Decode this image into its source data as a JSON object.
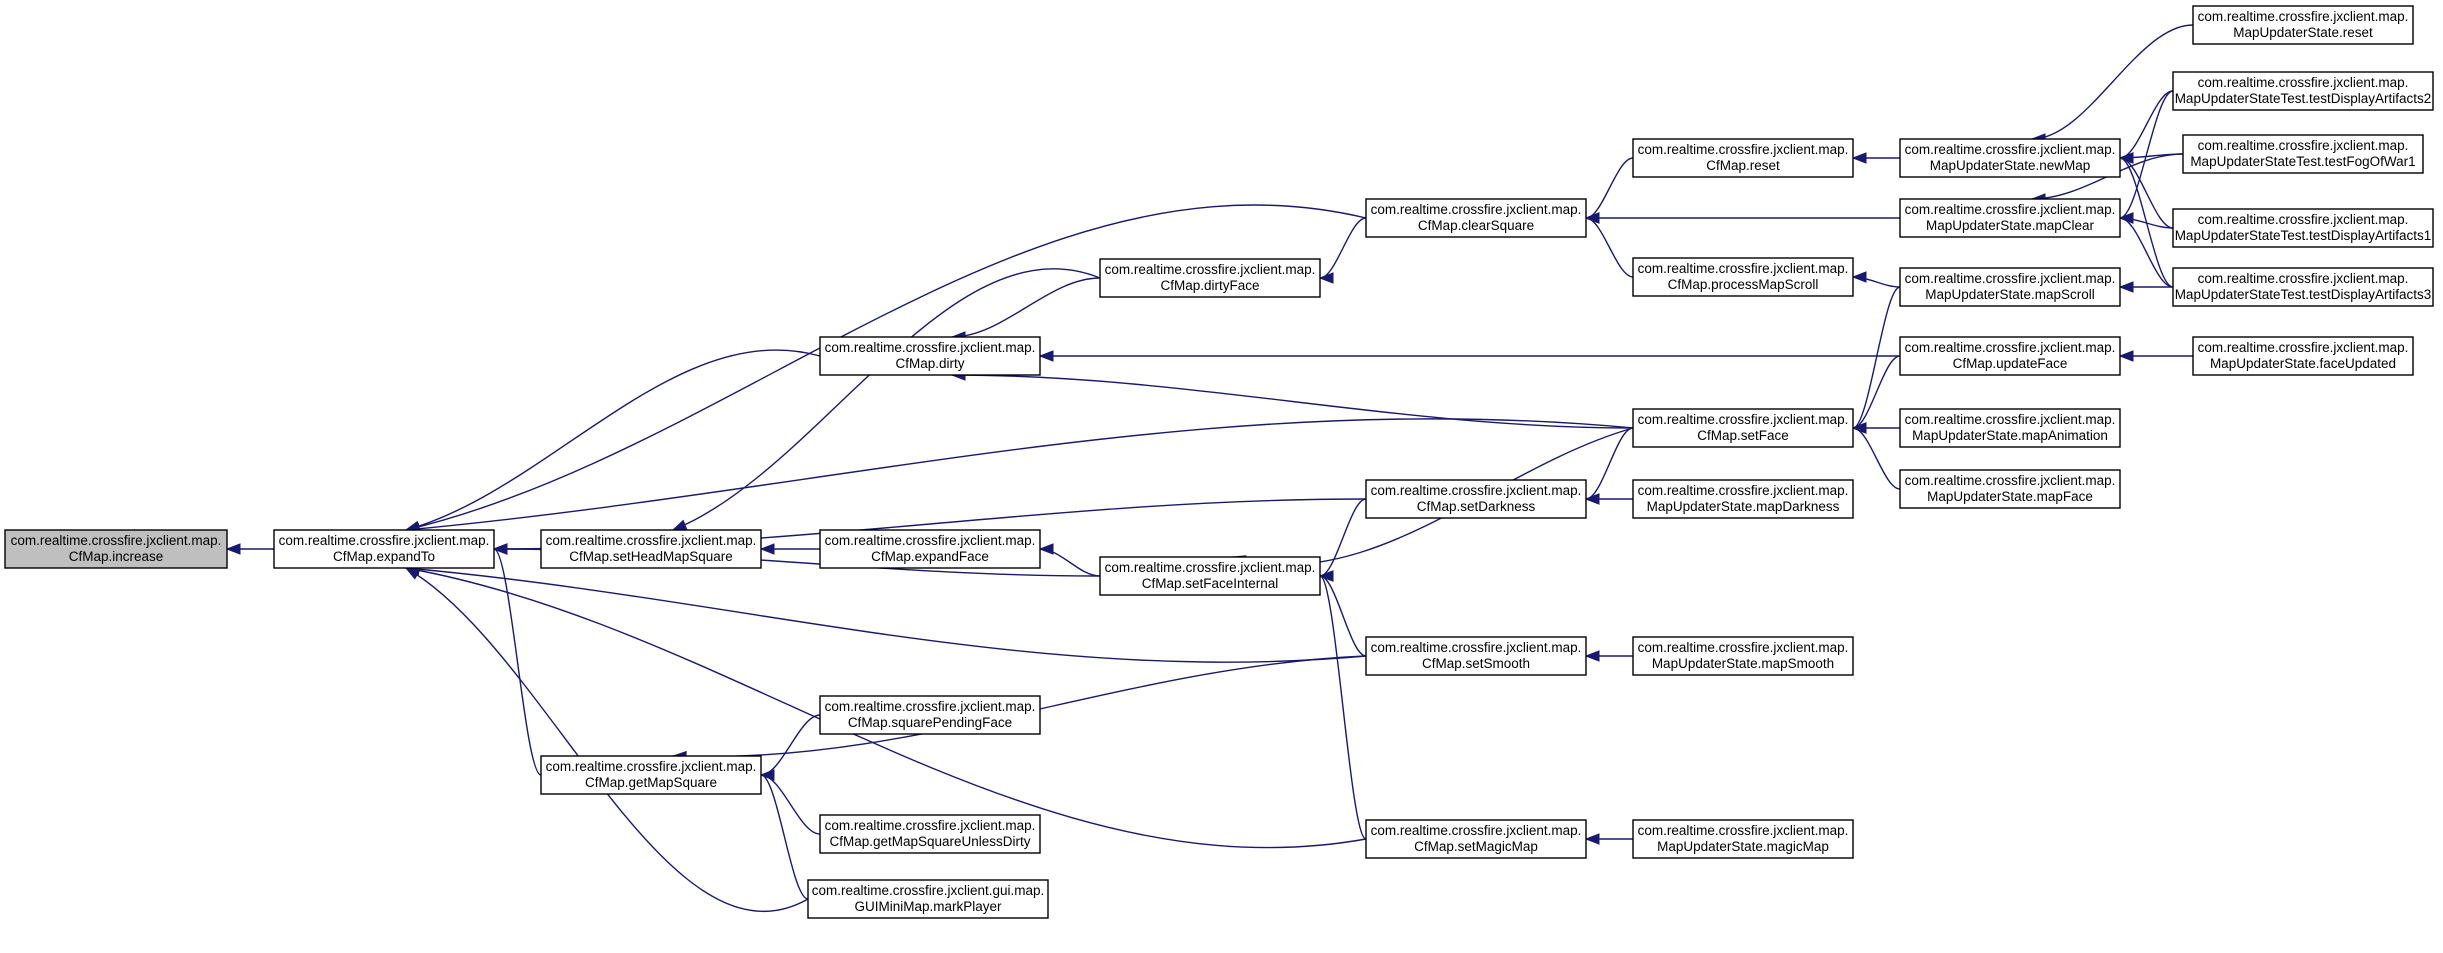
{
  "nodes": [
    {
      "id": "increase",
      "line1": "com.realtime.crossfire.jxclient.map.",
      "line2": "CfMap.increase",
      "root": true
    },
    {
      "id": "expandTo",
      "line1": "com.realtime.crossfire.jxclient.map.",
      "line2": "CfMap.expandTo"
    },
    {
      "id": "setHeadMapSquare",
      "line1": "com.realtime.crossfire.jxclient.map.",
      "line2": "CfMap.setHeadMapSquare"
    },
    {
      "id": "getMapSquare",
      "line1": "com.realtime.crossfire.jxclient.map.",
      "line2": "CfMap.getMapSquare"
    },
    {
      "id": "dirty",
      "line1": "com.realtime.crossfire.jxclient.map.",
      "line2": "CfMap.dirty"
    },
    {
      "id": "expandFace",
      "line1": "com.realtime.crossfire.jxclient.map.",
      "line2": "CfMap.expandFace"
    },
    {
      "id": "squarePendingFace",
      "line1": "com.realtime.crossfire.jxclient.map.",
      "line2": "CfMap.squarePendingFace"
    },
    {
      "id": "getMapSquareUnlessDirty",
      "line1": "com.realtime.crossfire.jxclient.map.",
      "line2": "CfMap.getMapSquareUnlessDirty"
    },
    {
      "id": "markPlayer",
      "line1": "com.realtime.crossfire.jxclient.gui.map.",
      "line2": "GUIMiniMap.markPlayer"
    },
    {
      "id": "dirtyFace",
      "line1": "com.realtime.crossfire.jxclient.map.",
      "line2": "CfMap.dirtyFace"
    },
    {
      "id": "setFaceInternal",
      "line1": "com.realtime.crossfire.jxclient.map.",
      "line2": "CfMap.setFaceInternal"
    },
    {
      "id": "clearSquare",
      "line1": "com.realtime.crossfire.jxclient.map.",
      "line2": "CfMap.clearSquare"
    },
    {
      "id": "setDarkness",
      "line1": "com.realtime.crossfire.jxclient.map.",
      "line2": "CfMap.setDarkness"
    },
    {
      "id": "setSmooth",
      "line1": "com.realtime.crossfire.jxclient.map.",
      "line2": "CfMap.setSmooth"
    },
    {
      "id": "setMagicMap",
      "line1": "com.realtime.crossfire.jxclient.map.",
      "line2": "CfMap.setMagicMap"
    },
    {
      "id": "reset",
      "line1": "com.realtime.crossfire.jxclient.map.",
      "line2": "CfMap.reset"
    },
    {
      "id": "processMapScroll",
      "line1": "com.realtime.crossfire.jxclient.map.",
      "line2": "CfMap.processMapScroll"
    },
    {
      "id": "setFace",
      "line1": "com.realtime.crossfire.jxclient.map.",
      "line2": "CfMap.setFace"
    },
    {
      "id": "mapDarkness",
      "line1": "com.realtime.crossfire.jxclient.map.",
      "line2": "MapUpdaterState.mapDarkness"
    },
    {
      "id": "mapSmooth",
      "line1": "com.realtime.crossfire.jxclient.map.",
      "line2": "MapUpdaterState.mapSmooth"
    },
    {
      "id": "magicMap",
      "line1": "com.realtime.crossfire.jxclient.map.",
      "line2": "MapUpdaterState.magicMap"
    },
    {
      "id": "newMap",
      "line1": "com.realtime.crossfire.jxclient.map.",
      "line2": "MapUpdaterState.newMap"
    },
    {
      "id": "mapClear",
      "line1": "com.realtime.crossfire.jxclient.map.",
      "line2": "MapUpdaterState.mapClear"
    },
    {
      "id": "mapScroll",
      "line1": "com.realtime.crossfire.jxclient.map.",
      "line2": "MapUpdaterState.mapScroll"
    },
    {
      "id": "updateFace",
      "line1": "com.realtime.crossfire.jxclient.map.",
      "line2": "CfMap.updateFace"
    },
    {
      "id": "mapAnimation",
      "line1": "com.realtime.crossfire.jxclient.map.",
      "line2": "MapUpdaterState.mapAnimation"
    },
    {
      "id": "mapFace",
      "line1": "com.realtime.crossfire.jxclient.map.",
      "line2": "MapUpdaterState.mapFace"
    },
    {
      "id": "msReset",
      "line1": "com.realtime.crossfire.jxclient.map.",
      "line2": "MapUpdaterState.reset"
    },
    {
      "id": "testDisplayArtifacts2",
      "line1": "com.realtime.crossfire.jxclient.map.",
      "line2": "MapUpdaterStateTest.testDisplayArtifacts2"
    },
    {
      "id": "testFogOfWar1",
      "line1": "com.realtime.crossfire.jxclient.map.",
      "line2": "MapUpdaterStateTest.testFogOfWar1"
    },
    {
      "id": "testDisplayArtifacts1",
      "line1": "com.realtime.crossfire.jxclient.map.",
      "line2": "MapUpdaterStateTest.testDisplayArtifacts1"
    },
    {
      "id": "testDisplayArtifacts3",
      "line1": "com.realtime.crossfire.jxclient.map.",
      "line2": "MapUpdaterStateTest.testDisplayArtifacts3"
    },
    {
      "id": "faceUpdated",
      "line1": "com.realtime.crossfire.jxclient.map.",
      "line2": "MapUpdaterState.faceUpdated"
    }
  ],
  "edges": [
    {
      "from": "expandTo",
      "to": "increase"
    },
    {
      "from": "setHeadMapSquare",
      "to": "expandTo"
    },
    {
      "from": "getMapSquare",
      "to": "expandTo"
    },
    {
      "from": "dirty",
      "to": "expandTo"
    },
    {
      "from": "markPlayer",
      "to": "expandTo"
    },
    {
      "from": "clearSquare",
      "to": "expandTo"
    },
    {
      "from": "setFace",
      "to": "expandTo"
    },
    {
      "from": "setDarkness",
      "to": "expandTo"
    },
    {
      "from": "setFaceInternal",
      "to": "expandTo"
    },
    {
      "from": "setSmooth",
      "to": "expandTo"
    },
    {
      "from": "setMagicMap",
      "to": "expandTo"
    },
    {
      "from": "dirtyFace",
      "to": "setHeadMapSquare"
    },
    {
      "from": "expandFace",
      "to": "setHeadMapSquare"
    },
    {
      "from": "squarePendingFace",
      "to": "getMapSquare"
    },
    {
      "from": "getMapSquareUnlessDirty",
      "to": "getMapSquare"
    },
    {
      "from": "markPlayer",
      "to": "getMapSquare"
    },
    {
      "from": "setSmooth",
      "to": "getMapSquare"
    },
    {
      "from": "dirtyFace",
      "to": "dirty"
    },
    {
      "from": "updateFace",
      "to": "dirty"
    },
    {
      "from": "setFace",
      "to": "dirty"
    },
    {
      "from": "setFaceInternal",
      "to": "expandFace"
    },
    {
      "from": "clearSquare",
      "to": "dirtyFace"
    },
    {
      "from": "setDarkness",
      "to": "setFaceInternal"
    },
    {
      "from": "setSmooth",
      "to": "setFaceInternal"
    },
    {
      "from": "setMagicMap",
      "to": "setFaceInternal"
    },
    {
      "from": "setFace",
      "to": "setFaceInternal"
    },
    {
      "from": "reset",
      "to": "clearSquare"
    },
    {
      "from": "processMapScroll",
      "to": "clearSquare"
    },
    {
      "from": "mapClear",
      "to": "clearSquare"
    },
    {
      "from": "setFace",
      "to": "setDarkness"
    },
    {
      "from": "mapDarkness",
      "to": "setDarkness"
    },
    {
      "from": "mapSmooth",
      "to": "setSmooth"
    },
    {
      "from": "magicMap",
      "to": "setMagicMap"
    },
    {
      "from": "newMap",
      "to": "reset"
    },
    {
      "from": "mapScroll",
      "to": "processMapScroll"
    },
    {
      "from": "updateFace",
      "to": "setFace"
    },
    {
      "from": "mapAnimation",
      "to": "setFace"
    },
    {
      "from": "mapFace",
      "to": "setFace"
    },
    {
      "from": "mapScroll",
      "to": "setFace"
    },
    {
      "from": "msReset",
      "to": "newMap"
    },
    {
      "from": "testDisplayArtifacts2",
      "to": "newMap"
    },
    {
      "from": "testFogOfWar1",
      "to": "newMap"
    },
    {
      "from": "testDisplayArtifacts1",
      "to": "newMap"
    },
    {
      "from": "testDisplayArtifacts3",
      "to": "newMap"
    },
    {
      "from": "testDisplayArtifacts2",
      "to": "mapClear"
    },
    {
      "from": "testFogOfWar1",
      "to": "mapClear"
    },
    {
      "from": "testDisplayArtifacts1",
      "to": "mapClear"
    },
    {
      "from": "testDisplayArtifacts3",
      "to": "mapClear"
    },
    {
      "from": "testDisplayArtifacts3",
      "to": "mapScroll"
    },
    {
      "from": "faceUpdated",
      "to": "updateFace"
    }
  ]
}
